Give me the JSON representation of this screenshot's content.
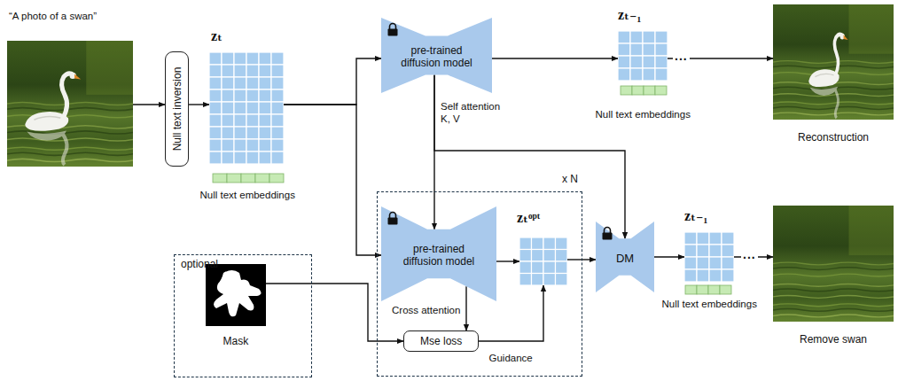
{
  "diagram": {
    "nodes": [
      {
        "text": [
          "“A photo of a swan”"
        ]
      },
      {
        "text": [
          "Null text inversion"
        ]
      },
      {
        "text": [
          "zₜ"
        ]
      },
      {
        "text": [
          "pre-trained diffusion model"
        ]
      },
      {
        "text": [
          "zₜ₋₁"
        ]
      },
      {
        "text": [
          "Reconstruction"
        ]
      },
      {
        "text": [
          "optional"
        ]
      },
      {
        "text": [
          "Mask"
        ],
        "in": 6
      },
      {
        "text": [
          "x N"
        ]
      },
      {
        "text": [
          "pre-trained diffusion model"
        ],
        "in": 8
      },
      {
        "text": [
          "zₜᵒᵖᵗ"
        ],
        "in": 8
      },
      {
        "text": [
          "Mse loss"
        ],
        "in": 8
      },
      {
        "text": [
          "DM"
        ]
      },
      {
        "text": [
          "zₜ₋₁"
        ]
      },
      {
        "text": [
          "Remove swan"
        ]
      }
    ],
    "edges": [
      {
        "from": 0,
        "to": 1,
        "arrow": "to"
      },
      {
        "from": 1,
        "to": 2,
        "arrow": "to"
      },
      {
        "from": 2,
        "to": 3,
        "arrow": "to"
      },
      {
        "from": 2,
        "to": 9,
        "arrow": "to"
      },
      {
        "from": 3,
        "to": 4,
        "arrow": "to"
      },
      {
        "from": 4,
        "to": 5,
        "arrow": "to"
      },
      {
        "from": 3,
        "to": 9,
        "label": "Self attention K, V",
        "arrow": "to"
      },
      {
        "from": 3,
        "to": 12,
        "arrow": "to"
      },
      {
        "from": 9,
        "to": 10,
        "arrow": "to"
      },
      {
        "from": 9,
        "to": 11,
        "label": "Cross attention",
        "arrow": "to"
      },
      {
        "from": 7,
        "to": 11,
        "arrow": "to"
      },
      {
        "from": 11,
        "to": 10,
        "label": "Guidance",
        "arrow": "to"
      },
      {
        "from": 10,
        "to": 12,
        "arrow": "to"
      },
      {
        "from": 12,
        "to": 13,
        "arrow": "to"
      },
      {
        "from": 13,
        "to": 14,
        "arrow": "to"
      }
    ],
    "labels": [
      "...",
      "Null text embeddings",
      "Null text embeddings",
      "Null text embeddings",
      "..."
    ]
  }
}
